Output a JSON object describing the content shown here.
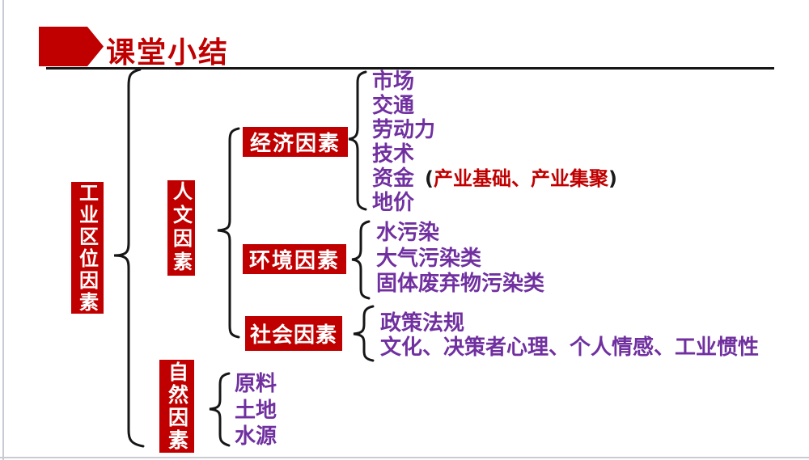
{
  "slide": {
    "title": "课堂小结",
    "colors": {
      "accent_red": "#C00000",
      "item_purple": "#7030A0",
      "line_black": "#161616",
      "border_gray": "#c9cad3"
    }
  },
  "tree": {
    "root": {
      "label": "工业区位因素"
    },
    "human": {
      "label": "人文因素",
      "economic": {
        "label": "经济因素",
        "items": [
          "市场",
          "交通",
          "劳动力",
          "技术",
          "资金",
          "地价"
        ],
        "funds_note": {
          "open": "(",
          "text": "产业基础、产业集聚",
          "close": ")"
        }
      },
      "environment": {
        "label": "环境因素",
        "items": [
          "水污染",
          "大气污染类",
          "固体废弃物污染类"
        ]
      },
      "social": {
        "label": "社会因素",
        "items": [
          "政策法规",
          "文化、决策者心理、个人情感、工业惯性"
        ]
      }
    },
    "natural": {
      "label": "自然因素",
      "items": [
        "原料",
        "土地",
        "水源"
      ]
    }
  }
}
